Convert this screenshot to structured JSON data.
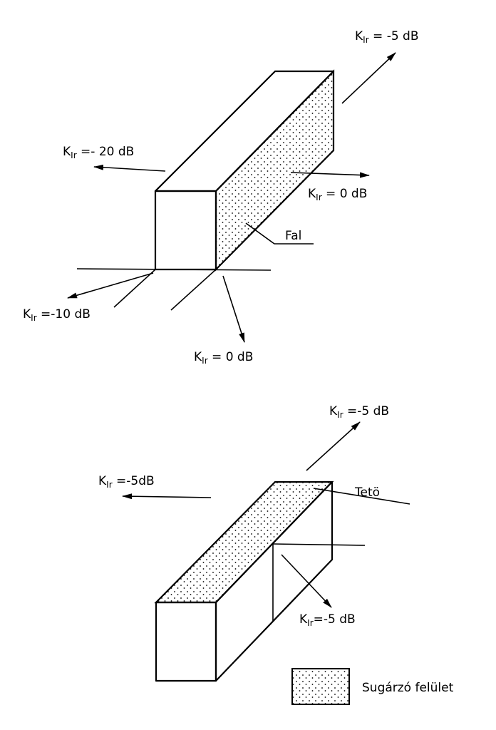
{
  "top_diagram": {
    "labels": [
      {
        "id": "k-upper-right",
        "main": "K",
        "sub": "Ir",
        "value": " = -5 dB"
      },
      {
        "id": "k-left",
        "main": "K",
        "sub": "Ir",
        "value": " =- 20 dB"
      },
      {
        "id": "k-side",
        "main": "K",
        "sub": "Ir",
        "value": " = 0 dB"
      },
      {
        "id": "k-lower-left",
        "main": "K",
        "sub": "Ir",
        "value": " =-10 dB"
      },
      {
        "id": "k-bottom",
        "main": "K",
        "sub": "Ir",
        "value": " = 0 dB"
      }
    ],
    "wall_label": "Fal"
  },
  "bottom_diagram": {
    "labels": [
      {
        "id": "k-upper-right",
        "main": "K",
        "sub": "Ir",
        "value": " =-5 dB"
      },
      {
        "id": "k-left",
        "main": "K",
        "sub": "Ir",
        "value": " =-5dB"
      },
      {
        "id": "k-lower-right",
        "main": "K",
        "sub": "Ir",
        "value": "=-5 dB"
      }
    ],
    "roof_label": "Tetö"
  },
  "legend": {
    "label": "Sugárzó felület"
  }
}
